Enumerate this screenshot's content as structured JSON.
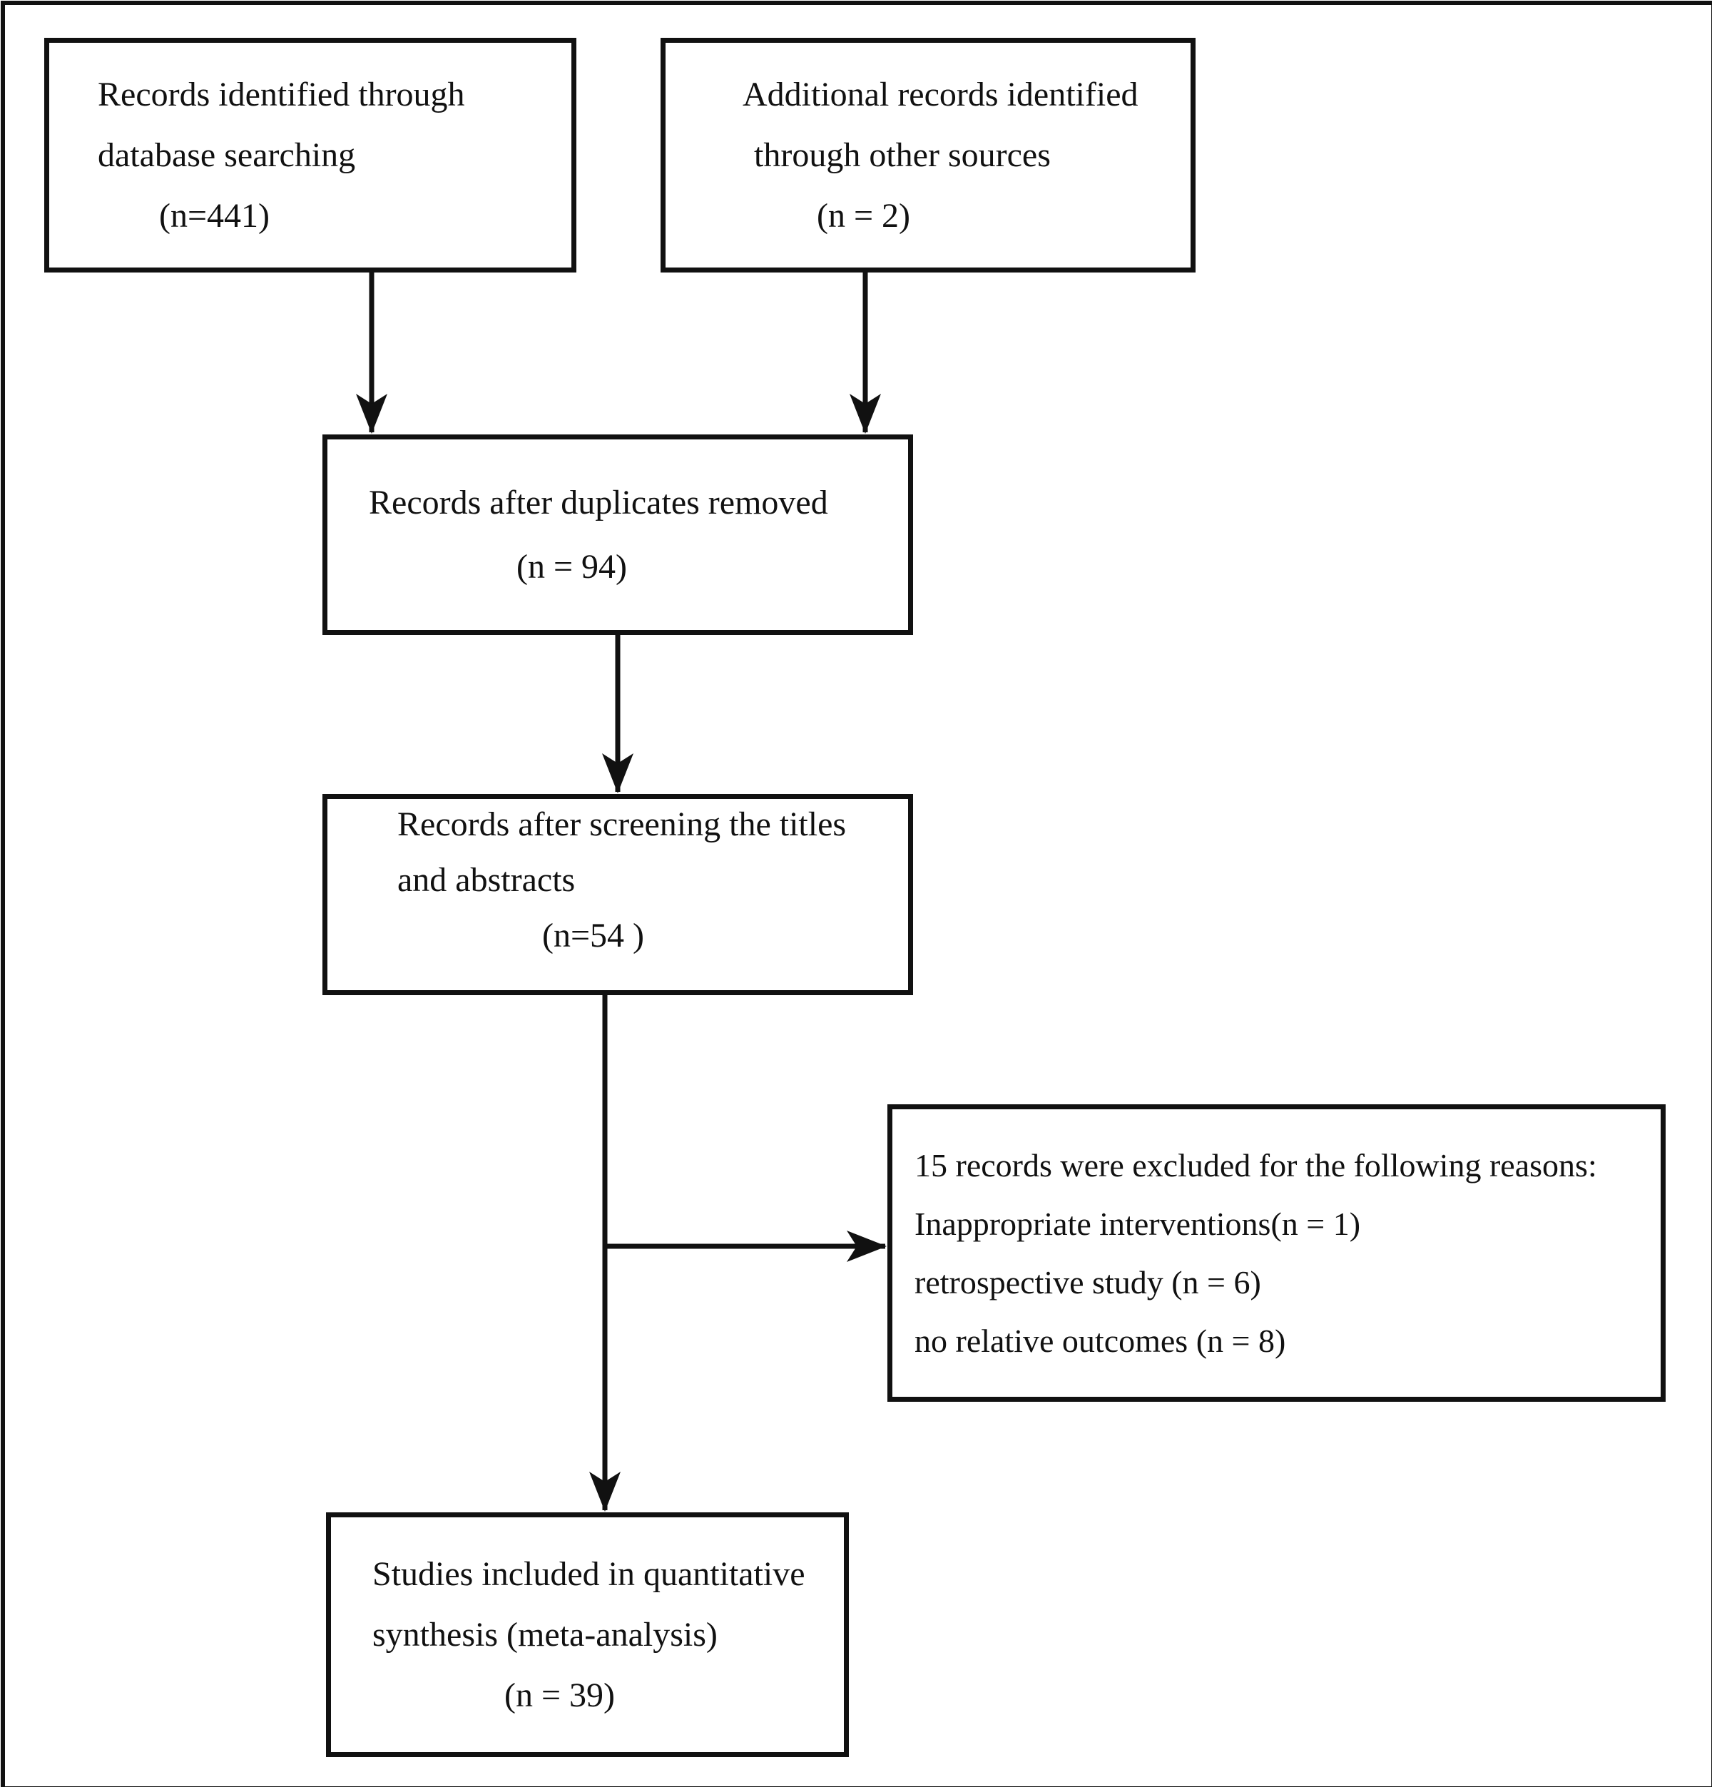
{
  "colors": {
    "ink": "#111111",
    "background": "#ffffff"
  },
  "boxes": {
    "identified": {
      "lines": [
        "Records identified through",
        "database searching",
        "(n=441)"
      ]
    },
    "additional": {
      "lines": [
        "Additional records identified",
        "through other sources",
        "(n = 2)"
      ]
    },
    "deduplicated": {
      "lines": [
        "Records after duplicates removed",
        "(n = 94)"
      ]
    },
    "screened": {
      "lines": [
        "Records after screening the titles",
        "and abstracts",
        "(n=54 )"
      ]
    },
    "excluded": {
      "lines": [
        "15 records were excluded for the following reasons:",
        "Inappropriate interventions(n = 1)",
        "retrospective study (n = 6)",
        "no relative outcomes (n = 8)"
      ]
    },
    "included": {
      "lines": [
        "Studies included in quantitative",
        "synthesis (meta-analysis)",
        "(n = 39)"
      ]
    }
  }
}
